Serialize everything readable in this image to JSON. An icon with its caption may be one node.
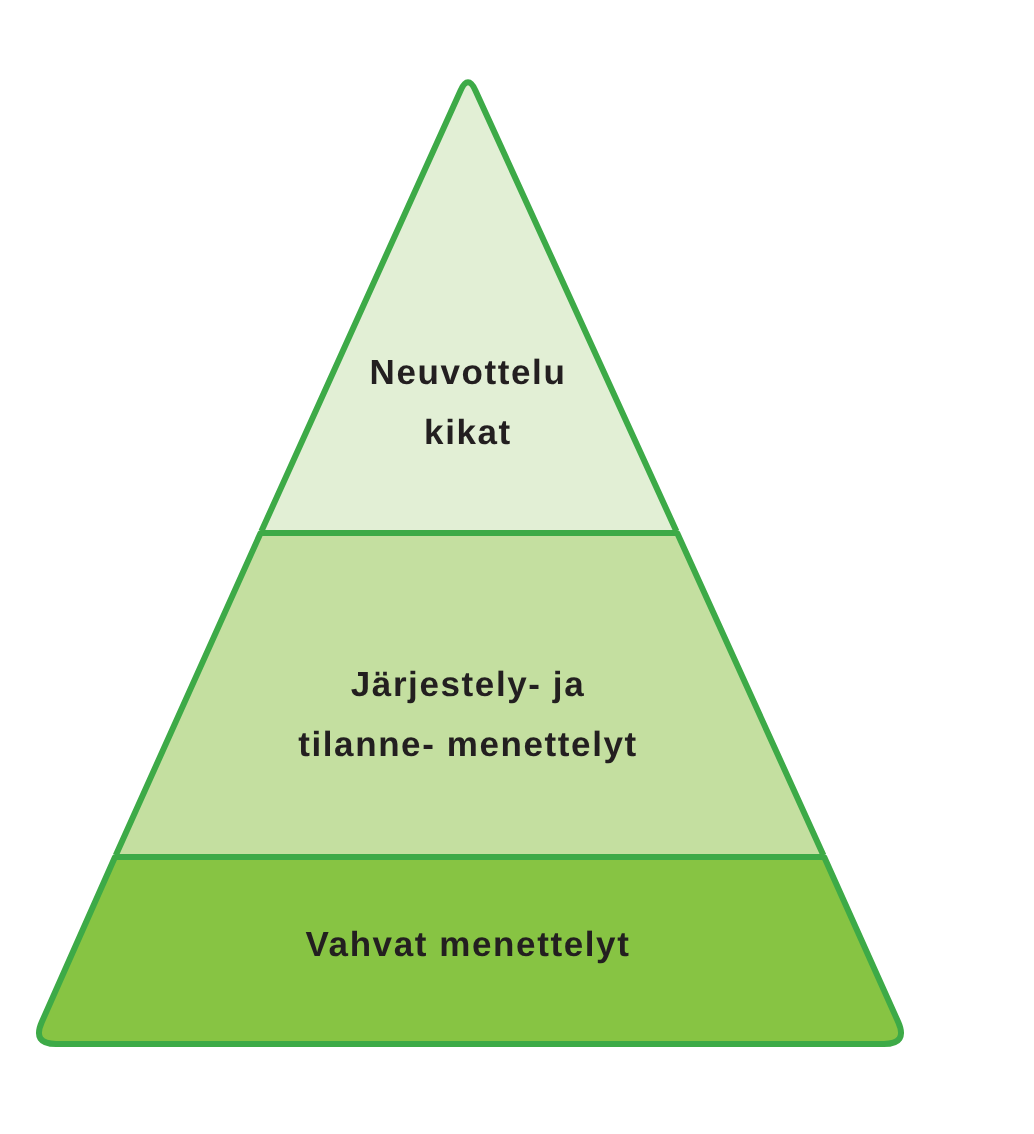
{
  "diagram": {
    "nodes": [
      {
        "text": [
          "Neuvottelu kikat"
        ]
      },
      {
        "text": [
          "Järjestely- ja tilanne- menettelyt"
        ]
      },
      {
        "text": [
          "Vahvat menettelyt"
        ]
      }
    ]
  }
}
